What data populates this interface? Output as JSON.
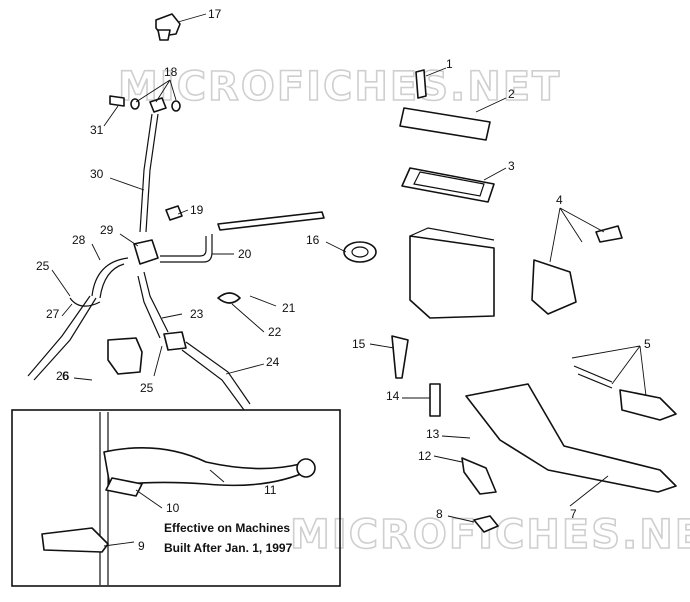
{
  "watermarks": [
    "MICROFICHES.NET",
    "MICROFICHES.NET"
  ],
  "note": {
    "line1": "Effective on Machines",
    "line2": "Built After Jan. 1, 1997"
  },
  "callouts": {
    "c1": "1",
    "c2": "2",
    "c3": "3",
    "c4": "4",
    "c5": "5",
    "c6": "6",
    "c7": "7",
    "c8": "8",
    "c9": "9",
    "c10": "10",
    "c11": "11",
    "c12": "12",
    "c13": "13",
    "c14": "14",
    "c15": "15",
    "c16": "16",
    "c17": "17",
    "c18": "18",
    "c19": "19",
    "c20": "20",
    "c21": "21",
    "c22": "22",
    "c23": "23",
    "c24": "24",
    "c25a": "25",
    "c25b": "25",
    "c26": "26",
    "c27": "27",
    "c28": "28",
    "c29": "29",
    "c30": "30",
    "c31": "31"
  }
}
